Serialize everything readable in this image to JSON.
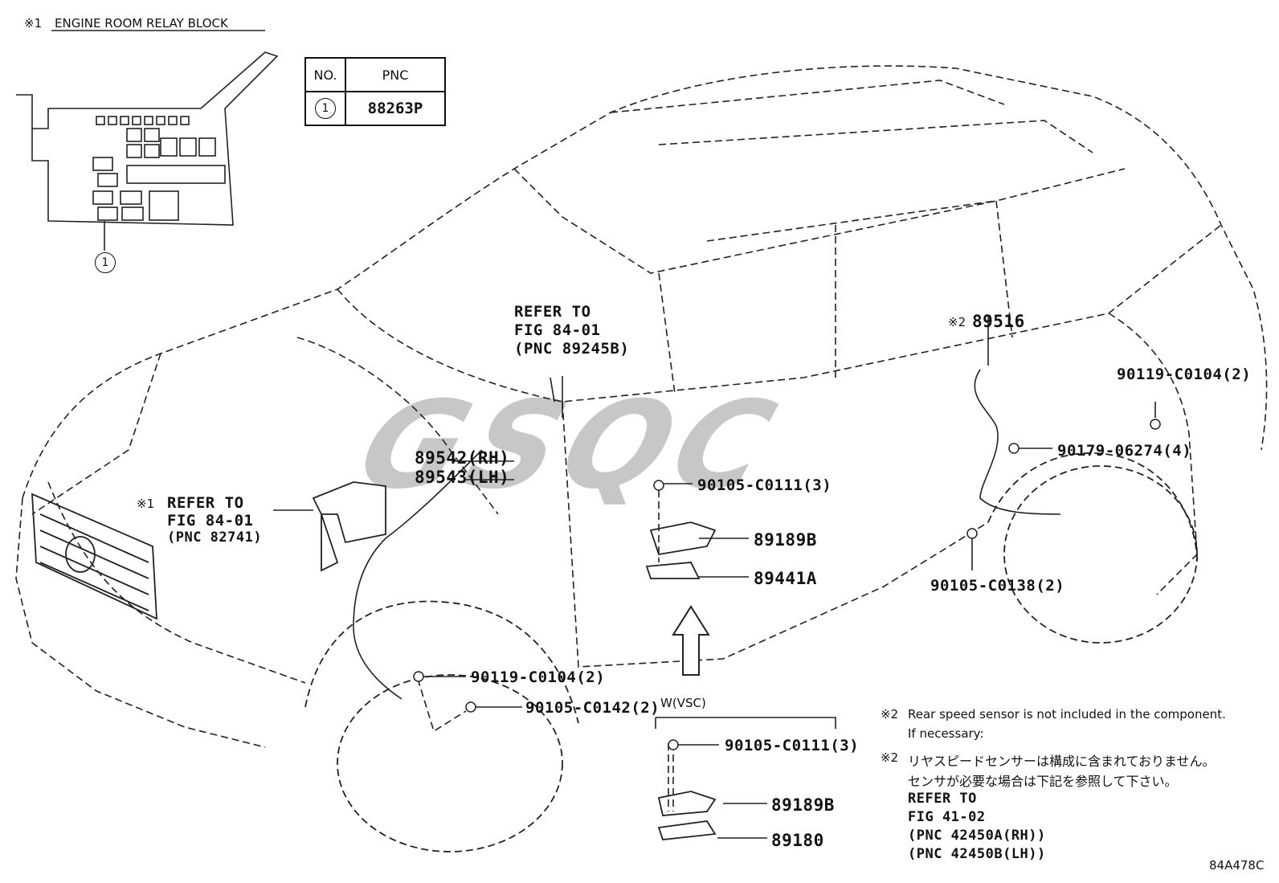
{
  "relay_block": {
    "note_mark": "※1",
    "title": "ENGINE ROOM RELAY BLOCK",
    "callout_num": "1"
  },
  "pnc_table": {
    "header_no": "NO.",
    "header_pnc": "PNC",
    "row_num": "1",
    "row_pnc": "88263P"
  },
  "refer_top": {
    "line1": "REFER TO",
    "line2": "FIG 84-01",
    "line3": "(PNC 89245B)"
  },
  "refer_left": {
    "mark": "※1",
    "line1": "REFER TO",
    "line2": "FIG 84-01",
    "line3": "(PNC 82741)"
  },
  "parts": {
    "p89542": "89542(RH)",
    "p89543": "89543(LH)",
    "p89516_mark": "※2",
    "p89516": "89516",
    "p90119_right": "90119-C0104(2)",
    "p90179": "90179-06274(4)",
    "p90105_c0111": "90105-C0111(3)",
    "p89189b": "89189B",
    "p89441a": "89441A",
    "p90105_c0138": "90105-C0138(2)",
    "p90119_front": "90119-C0104(2)",
    "p90105_c0142": "90105-C0142(2)"
  },
  "vsc_box": {
    "title": "W(VSC)",
    "p90105": "90105-C0111(3)",
    "p89189b": "89189B",
    "p89180": "89180"
  },
  "notes": {
    "mark1": "※2",
    "en_line1": "Rear speed sensor is not included in the component.",
    "en_line2": "If necessary:",
    "mark2": "※2",
    "jp_line1": "リヤスピードセンサーは構成に含まれておりません。",
    "jp_line2": "センサが必要な場合は下記を参照して下さい。",
    "ref1": "REFER TO",
    "ref2": "FIG 41-02",
    "ref3": "(PNC 42450A(RH))",
    "ref4": "(PNC 42450B(LH))"
  },
  "figure_code": "84A478C",
  "watermark": "GSQC"
}
